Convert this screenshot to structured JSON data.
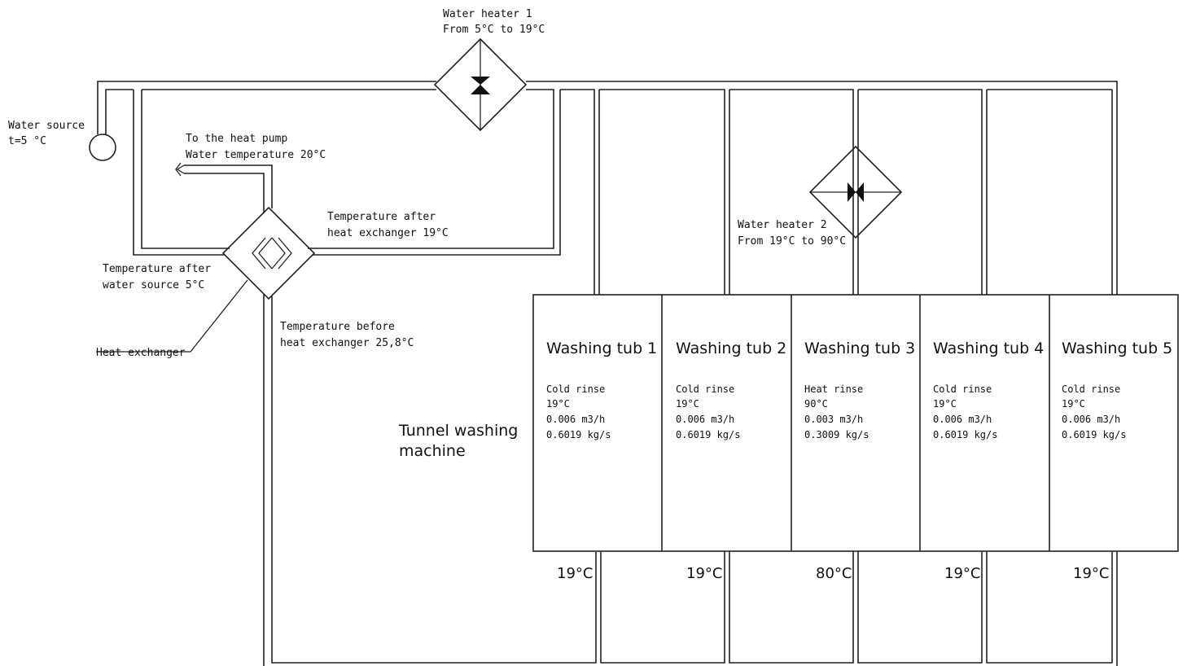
{
  "water_heater_1": {
    "name": "Water heater 1",
    "range": "From 5°C to 19°C"
  },
  "water_heater_2": {
    "name": "Water heater 2",
    "range": "From 19°C to 90°C"
  },
  "water_source": {
    "name": "Water source",
    "temp": "t=5 °C"
  },
  "heat_pump": {
    "line1": "To the heat pump",
    "line2": "Water temperature 20°C"
  },
  "after_hx": {
    "line1": "Temperature after",
    "line2": "heat exchanger 19°C"
  },
  "after_source": {
    "line1": "Temperature after",
    "line2": "water source 5°C"
  },
  "before_hx": {
    "line1": "Temperature before",
    "line2": "heat exchanger 25,8°C"
  },
  "heat_exchanger_label": "Heat exchanger",
  "machine": {
    "line1": "Tunnel washing",
    "line2": "machine"
  },
  "tubs": [
    {
      "title": "Washing tub 1",
      "mode": "Cold rinse",
      "temp": "19°C",
      "flow": "0.006 m3/h",
      "mass": "0.6019 kg/s",
      "out_temp": "19°C"
    },
    {
      "title": "Washing tub 2",
      "mode": "Cold rinse",
      "temp": "19°C",
      "flow": "0.006 m3/h",
      "mass": "0.6019 kg/s",
      "out_temp": "19°C"
    },
    {
      "title": "Washing tub 3",
      "mode": "Heat rinse",
      "temp": "90°C",
      "flow": "0.003 m3/h",
      "mass": "0.3009 kg/s",
      "out_temp": "80°C"
    },
    {
      "title": "Washing tub 4",
      "mode": "Cold rinse",
      "temp": "19°C",
      "flow": "0.006 m3/h",
      "mass": "0.6019 kg/s",
      "out_temp": "19°C"
    },
    {
      "title": "Washing tub 5",
      "mode": "Cold rinse",
      "temp": "19°C",
      "flow": "0.006 m3/h",
      "mass": "0.6019 kg/s",
      "out_temp": "19°C"
    }
  ]
}
